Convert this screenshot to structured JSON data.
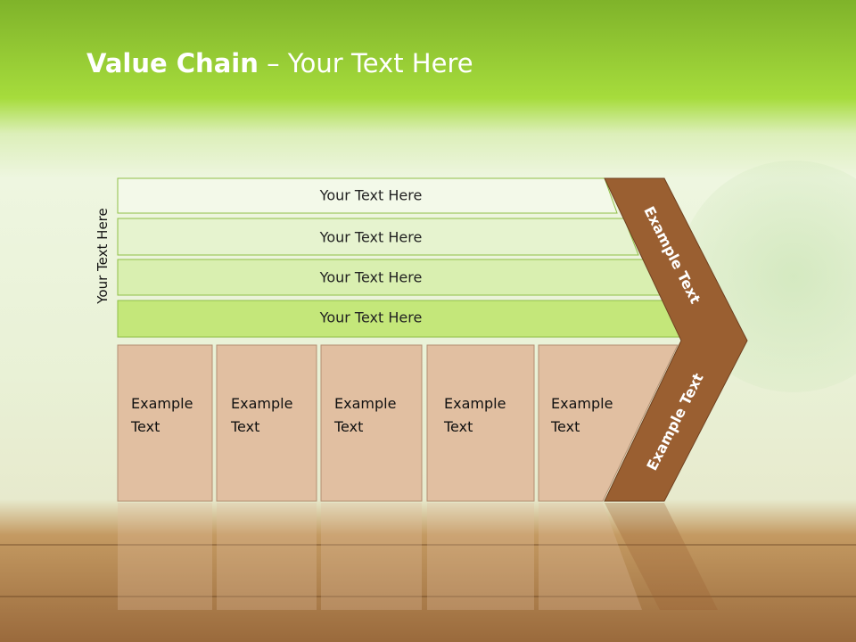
{
  "title": {
    "bold": "Value Chain",
    "rest": " – Your Text Here"
  },
  "side_label": "Your Text Here",
  "rows": [
    {
      "label": "Your Text Here",
      "color": "#f3f9e9"
    },
    {
      "label": "Your Text Here",
      "color": "#e6f3cf"
    },
    {
      "label": "Your Text Here",
      "color": "#d9efb0"
    },
    {
      "label": "Your Text Here",
      "color": "#c4e77a"
    }
  ],
  "cells": [
    {
      "label": "Example\nText"
    },
    {
      "label": "Example\nText"
    },
    {
      "label": "Example\nText"
    },
    {
      "label": "Example\nText"
    },
    {
      "label": "Example\nText"
    }
  ],
  "arrow": {
    "top_label": "Example Text",
    "bottom_label": "Example Text",
    "color": "#9a5f31"
  },
  "colors": {
    "cell_fill": "#e1bfa1",
    "cell_stroke": "#b48f73",
    "row_stroke": "#8fbf46"
  }
}
